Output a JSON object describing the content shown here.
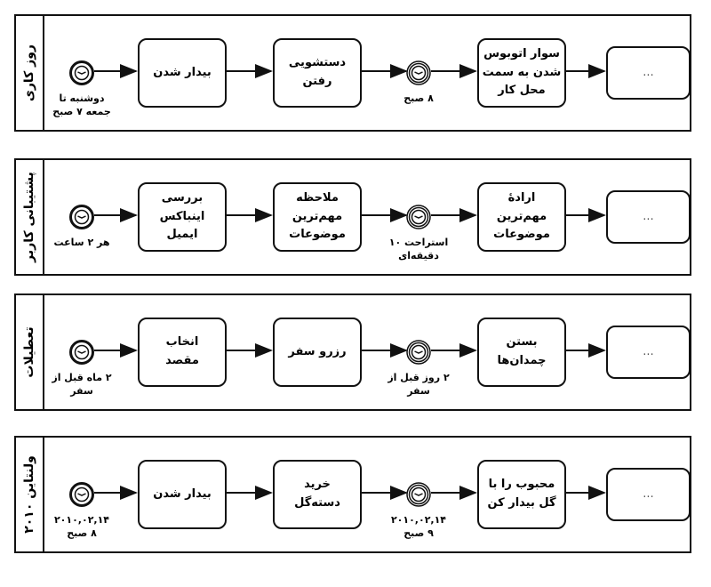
{
  "pools": [
    {
      "title": "روز کاری",
      "start_label": "دوشنبه تا\nجمعه ۷ صبح",
      "task1": "بیدار شدن",
      "task2": "دستشویی\nرفتن",
      "timer_label": "۸ صبح",
      "task3": "سوار اتوبوس\nشدن به سمت\nمحل کار",
      "task4": "..."
    },
    {
      "title": "پشتیبانی کاربر",
      "start_label": "هر ۲ ساعت",
      "task1": "بررسی\nاینباکس\nایمیل",
      "task2": "ملاحظه\nمهم‌ترین\nموضوعات",
      "timer_label": "استراحت ۱۰\nدقیقه‌ای",
      "task3": "ارادهٔ\nمهم‌ترین\nموضوعات",
      "task4": "..."
    },
    {
      "title": "تعطیلات",
      "start_label": "۲ ماه قبل از\nسفر",
      "task1": "انخاب\nمقصد",
      "task2": "رزرو سفر",
      "timer_label": "۲ روز قبل از\nسفر",
      "task3": "بستن\nچمدان‌ها",
      "task4": "..."
    },
    {
      "title": "ولنتاین ۲۰۱۰",
      "start_label": "۲۰۱۰,۰۲,۱۴\n۸ صبح",
      "task1": "بیدار شدن",
      "task2": "خرید\nدسته‌گل",
      "timer_label": "۲۰۱۰,۰۲,۱۴\n۹ صبح",
      "task3": "محبوب را با\nگل بیدار کن",
      "task4": "..."
    }
  ]
}
